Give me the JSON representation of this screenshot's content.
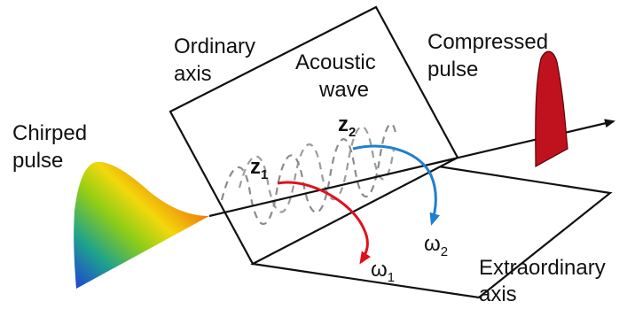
{
  "labels": {
    "chirped_line1": "Chirped",
    "chirped_line2": "pulse",
    "ordinary_line1": "Ordinary",
    "ordinary_line2": "axis",
    "acoustic_line1": "Acoustic",
    "acoustic_line2": "wave",
    "compressed_line1": "Compressed",
    "compressed_line2": "pulse",
    "extra_line1": "Extraordinary",
    "extra_line2": "axis",
    "z": "z",
    "z1_sub": "1",
    "z2_sub": "2",
    "omega": "ω",
    "omega1_sub": "1",
    "omega2_sub": "2"
  },
  "colors": {
    "lines": "#111111",
    "acoustic_wave": "#8c8c8c",
    "arrow_omega1": "#e0101c",
    "arrow_omega2": "#1f7fd0",
    "compressed_pulse": "#c0121e",
    "chirped_gradient": [
      "#1f3fd6",
      "#1fa38c",
      "#8fce16",
      "#f2d80c",
      "#f08a08",
      "#e8200c"
    ]
  }
}
